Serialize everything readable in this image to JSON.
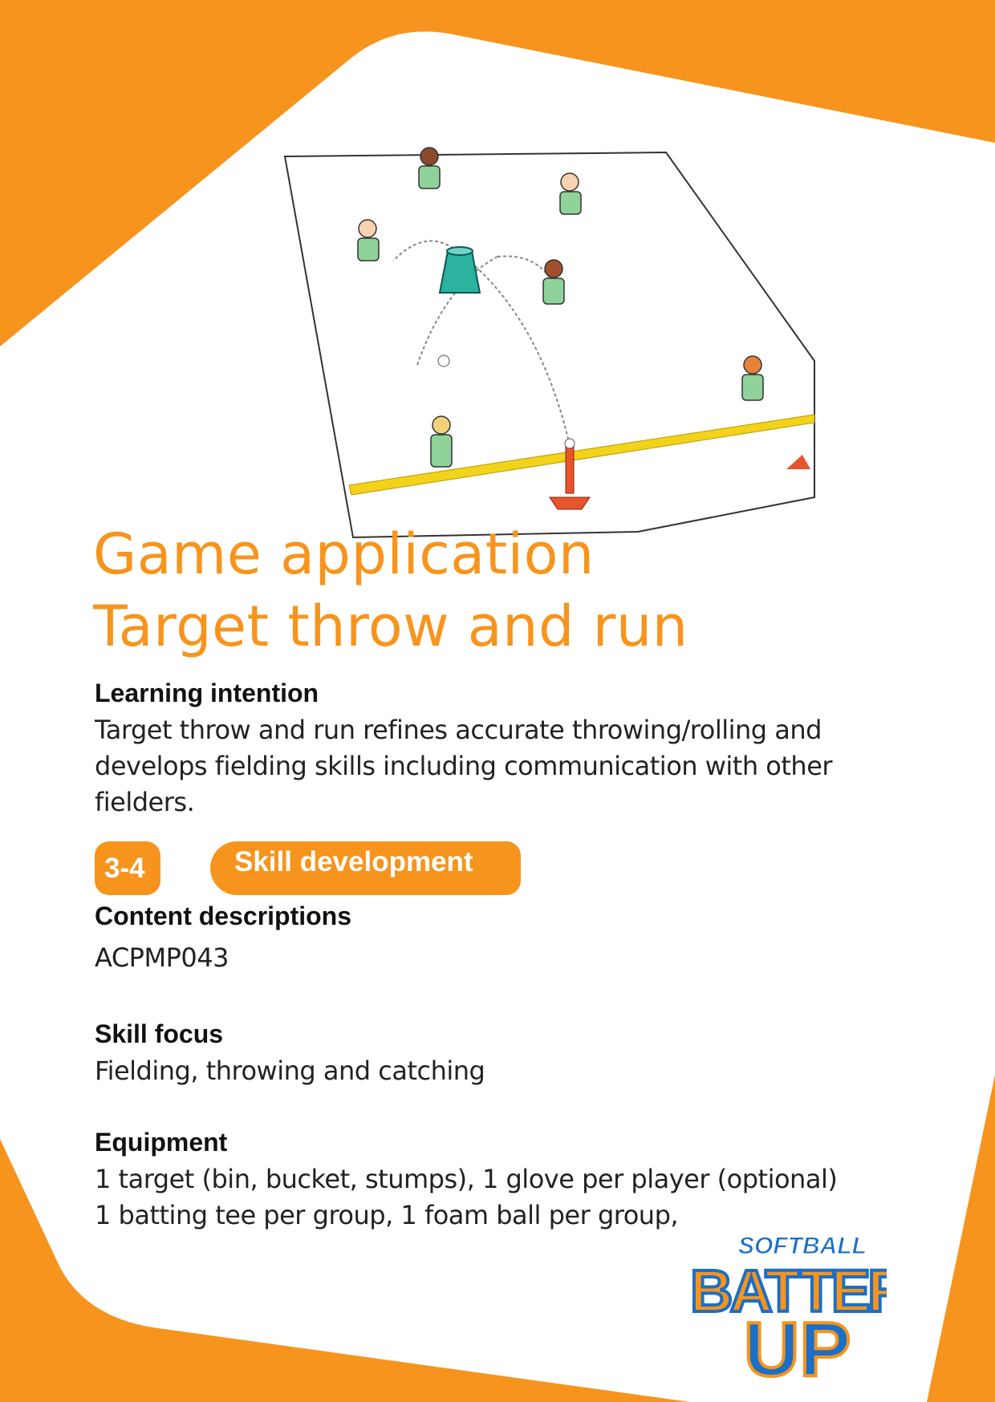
{
  "title": {
    "line1": "Game application",
    "line2": "Target throw and run"
  },
  "learning_intention": {
    "heading": "Learning intention",
    "lines": [
      "Target throw and run refines accurate throwing/rolling and",
      "develops fielding skills including communication with other",
      "fielders."
    ]
  },
  "tags": {
    "years": "3-4",
    "category": "Skill development"
  },
  "content_descriptions": {
    "heading": "Content descriptions",
    "code": "ACPMP043"
  },
  "skill_focus": {
    "heading": "Skill focus",
    "text": "Fielding, throwing and catching"
  },
  "equipment": {
    "heading": "Equipment",
    "lines": [
      "1 target (bin, bucket, stumps), 1 glove per player (optional)",
      "1 batting tee per group, 1 foam ball per group,"
    ]
  },
  "logo": {
    "line1": "SOFTBALL",
    "line2": "BATTER",
    "line3": "UP"
  },
  "colors": {
    "accent": "#f7941d",
    "text": "#222222"
  }
}
